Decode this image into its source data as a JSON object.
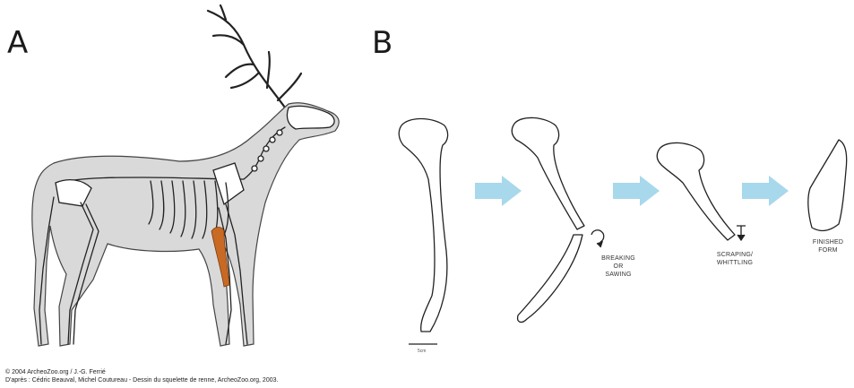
{
  "panels": {
    "a_label": "A",
    "b_label": "B"
  },
  "steps": {
    "breaking": [
      "BREAKING",
      "OR",
      "SAWING"
    ],
    "scraping": [
      "SCRAPING/",
      "WHITTLING"
    ],
    "finished": [
      "FINISHED",
      "FORM"
    ]
  },
  "scale_label": "5cm",
  "credits": {
    "line1": "© 2004 ArcheoZoo.org / J.-G. Ferrié",
    "line2": "D'après : Cédric Beauval, Michel Coutureau - Dessin du squelette de renne, ArcheoZoo.org, 2003."
  },
  "colors": {
    "silhouette": "#d9d9d9",
    "highlight_bone": "#c86a24",
    "arrow": "#a8d8ec",
    "line": "#222222"
  }
}
